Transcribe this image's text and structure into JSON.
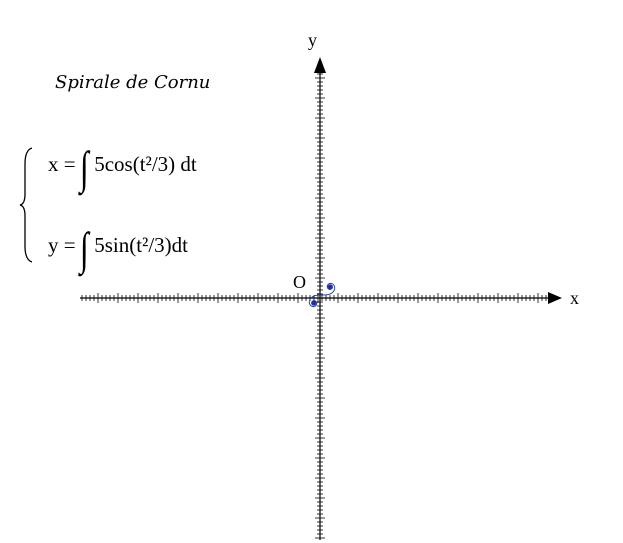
{
  "title": "Spirale de Cornu",
  "equations": [
    {
      "lhs": "x =",
      "rhs": "5cos(t²/3) dt"
    },
    {
      "lhs": "y =",
      "rhs": "5sin(t²/3)dt"
    }
  ],
  "axes": {
    "x_label": "x",
    "y_label": "y",
    "origin_label": "O"
  },
  "colors": {
    "curve": "#1f2fa8",
    "axes": "#000000"
  }
}
